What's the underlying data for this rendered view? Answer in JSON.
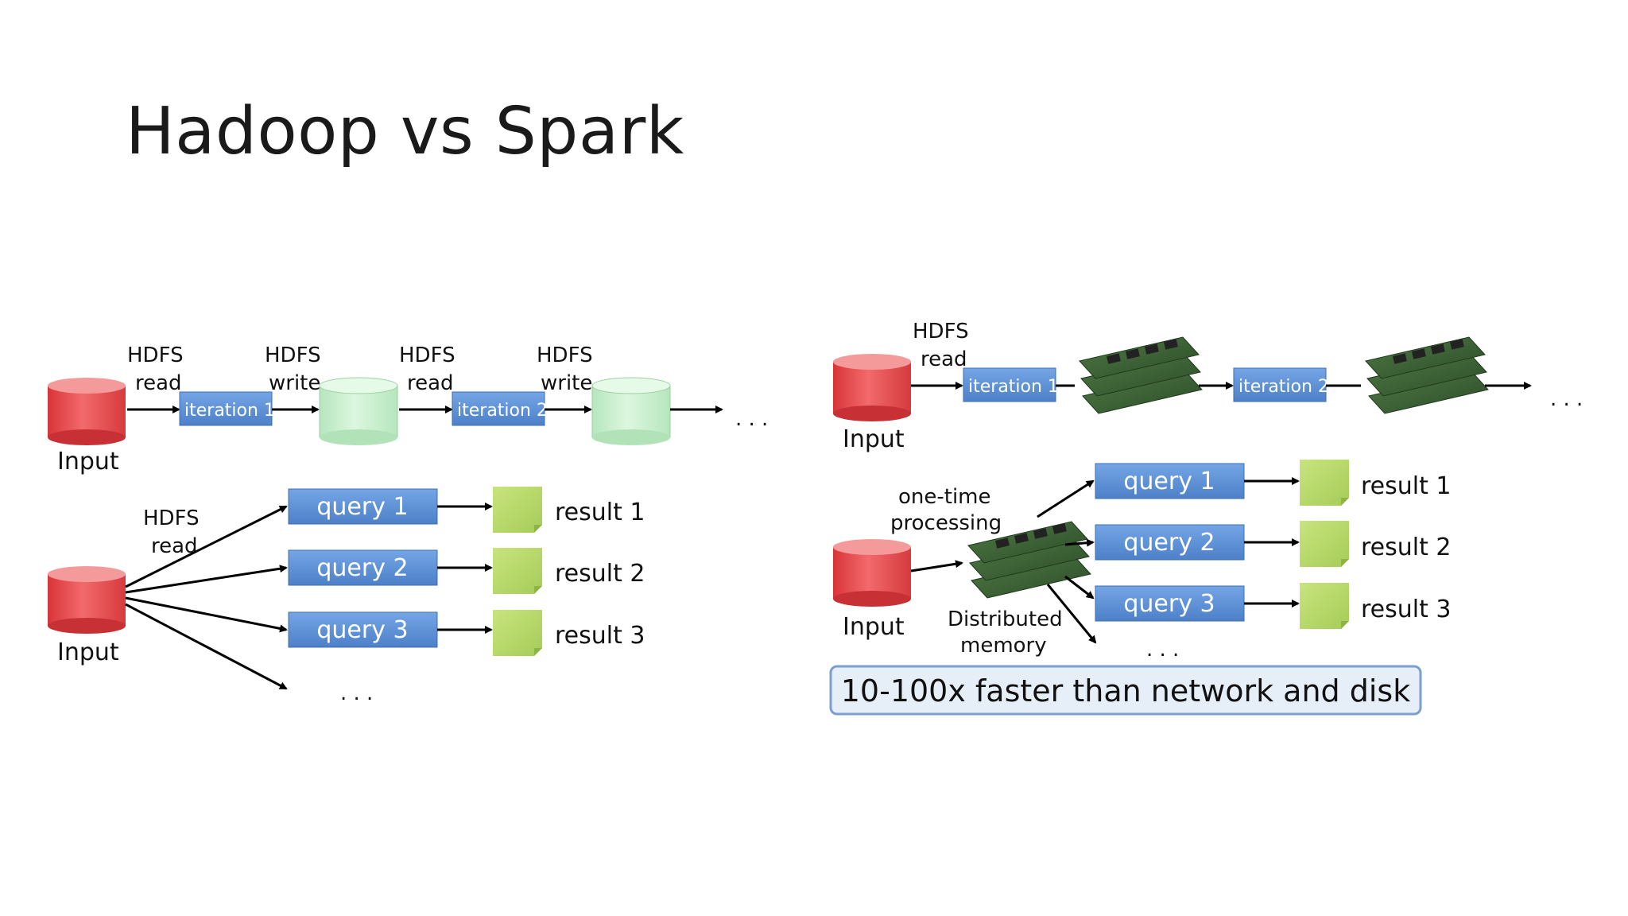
{
  "slide": {
    "title": "Hadoop vs Spark"
  },
  "hadoop": {
    "iterative": {
      "input_label": "Input",
      "steps": [
        {
          "top": "HDFS",
          "bottom": "read"
        },
        {
          "top": "HDFS",
          "bottom": "write"
        },
        {
          "top": "HDFS",
          "bottom": "read"
        },
        {
          "top": "HDFS",
          "bottom": "write"
        }
      ],
      "iterations": [
        "iteration 1",
        "iteration 2"
      ],
      "ellipsis": ". . ."
    },
    "interactive": {
      "input_label": "Input",
      "read_label_top": "HDFS",
      "read_label_bottom": "read",
      "queries": [
        "query 1",
        "query 2",
        "query 3"
      ],
      "results": [
        "result 1",
        "result 2",
        "result 3"
      ],
      "ellipsis": ". . ."
    }
  },
  "spark": {
    "iterative": {
      "input_label": "Input",
      "read_label_top": "HDFS",
      "read_label_bottom": "read",
      "iterations": [
        "iteration 1",
        "iteration 2"
      ],
      "ellipsis": ". . ."
    },
    "interactive": {
      "input_label": "Input",
      "processing_label_top": "one-time",
      "processing_label_bottom": "processing",
      "memory_label_top": "Distributed",
      "memory_label_bottom": "memory",
      "queries": [
        "query 1",
        "query 2",
        "query 3"
      ],
      "results": [
        "result 1",
        "result 2",
        "result 3"
      ],
      "ellipsis": ". . ."
    },
    "callout": "10-100x faster than network and disk"
  },
  "colors": {
    "input_db": "#e8464a",
    "hdfs_db": "#c9f0cf",
    "query_box": "#5e90d4",
    "result_note": "#b7d96a",
    "callout_bg": "#e6eef8",
    "callout_border": "#7a9fd0"
  }
}
